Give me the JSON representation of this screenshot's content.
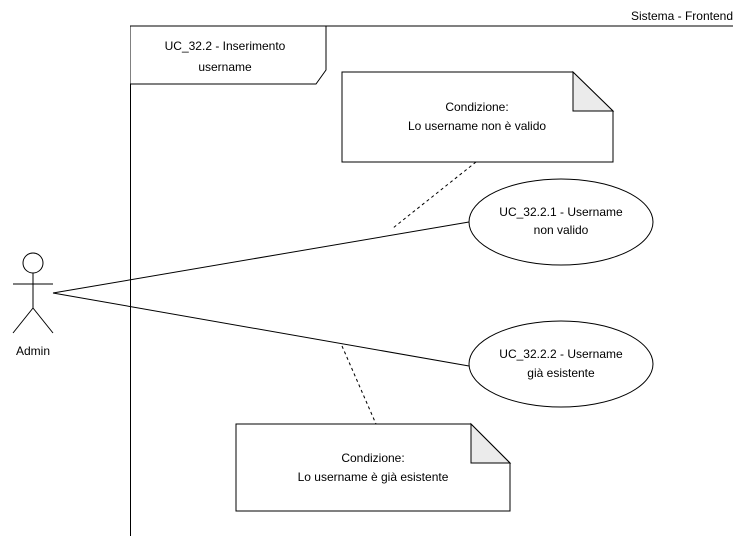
{
  "system": {
    "title": "Sistema - Frontend"
  },
  "frame": {
    "label_line1": "UC_32.2 - Inserimento",
    "label_line2": "username"
  },
  "actor": {
    "name": "Admin"
  },
  "use_cases": [
    {
      "id": "uc-32-2-1",
      "line1": "UC_32.2.1 - Username",
      "line2": "non valido"
    },
    {
      "id": "uc-32-2-2",
      "line1": "UC_32.2.2 - Username",
      "line2": "già esistente"
    }
  ],
  "notes": [
    {
      "id": "note-1",
      "line1": "Condizione:",
      "line2": "Lo username non è valido"
    },
    {
      "id": "note-2",
      "line1": "Condizione:",
      "line2": "Lo username è già esistente"
    }
  ],
  "colors": {
    "stroke": "#000000",
    "note_fold": "#ebebeb",
    "background": "#ffffff"
  }
}
